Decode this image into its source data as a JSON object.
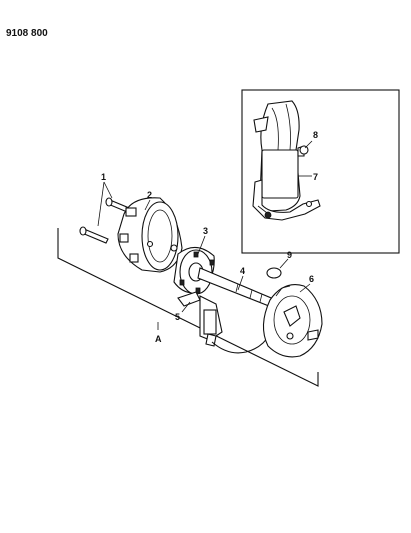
{
  "diagram_code": "9108 800",
  "callouts": {
    "c1": "1",
    "c2": "2",
    "c3": "3",
    "c4": "4",
    "c5": "5",
    "c6": "6",
    "c7": "7",
    "c8": "8",
    "c9": "9",
    "cA": "A"
  }
}
